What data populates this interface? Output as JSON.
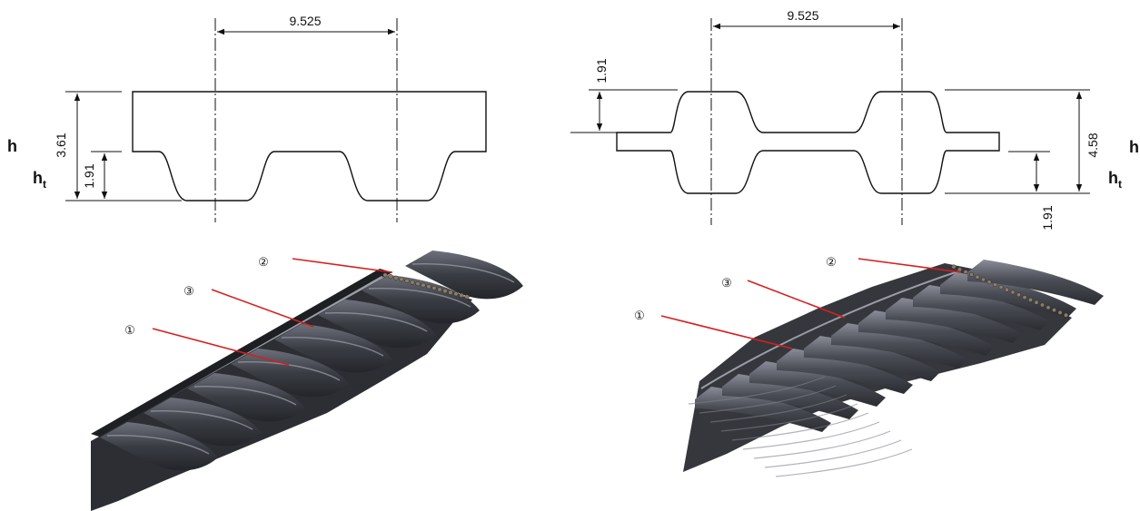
{
  "colors": {
    "leader": "#d61f1f",
    "belt_dark": "#2a2c31",
    "belt_mid": "#4a4d55",
    "belt_light": "#6e717b",
    "line": "#111111"
  },
  "left_profile": {
    "pitch": "9.525",
    "total_height": "3.61",
    "tooth_height": "1.91",
    "label_h": "h",
    "label_ht_main": "h",
    "label_ht_sub": "t"
  },
  "right_profile": {
    "pitch": "9.525",
    "upper_tooth_height": "1.91",
    "total_height": "4.58",
    "lower_tooth_height": "1.91",
    "label_h": "h",
    "label_ht_main": "h",
    "label_ht_sub": "t"
  },
  "left_callouts": {
    "c1": "①",
    "c2": "②",
    "c3": "③"
  },
  "right_callouts": {
    "c1": "①",
    "c2": "②",
    "c3": "③"
  },
  "icons": {
    "left_belt": "single-sided-timing-belt-photo",
    "right_belt": "double-sided-timing-belt-photo"
  }
}
